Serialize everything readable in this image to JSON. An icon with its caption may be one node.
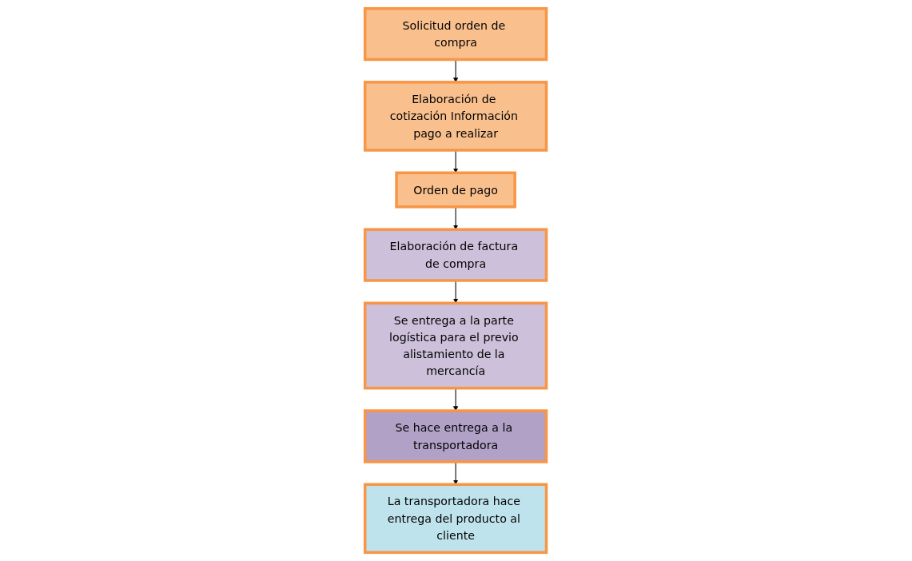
{
  "diagram": {
    "nodes": [
      {
        "text": [
          "Solicitud orden de compra"
        ]
      },
      {
        "text": [
          "Elaboración de cotización Información pago a realizar"
        ]
      },
      {
        "text": [
          "Orden de pago"
        ]
      },
      {
        "text": [
          "Elaboración de factura de compra"
        ]
      },
      {
        "text": [
          "Se entrega a la parte logística para el previo alistamiento de la mercancía"
        ]
      },
      {
        "text": [
          "Se hace entrega a la transportadora"
        ]
      },
      {
        "text": [
          "La transportadora hace entrega del producto al cliente"
        ]
      }
    ],
    "edges": [
      {
        "from": 0,
        "to": 1,
        "arrow": "to"
      },
      {
        "from": 1,
        "to": 2,
        "arrow": "to"
      },
      {
        "from": 2,
        "to": 3,
        "arrow": "to"
      },
      {
        "from": 3,
        "to": 4,
        "arrow": "to"
      },
      {
        "from": 4,
        "to": 5,
        "arrow": "to"
      },
      {
        "from": 5,
        "to": 6,
        "arrow": "to"
      }
    ]
  }
}
